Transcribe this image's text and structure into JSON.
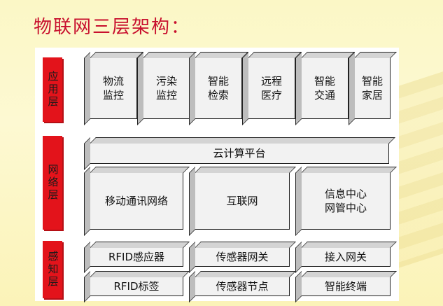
{
  "title": "物联网三层架构：",
  "layers": {
    "application": {
      "label": "应用层",
      "items": [
        "物流\n监控",
        "污染\n监控",
        "智能\n检索",
        "远程\n医疗",
        "智能\n交通",
        "智能\n家居"
      ]
    },
    "network": {
      "label": "网络层",
      "platform": "云计算平台",
      "items": [
        "移动通讯网络",
        "互联网",
        "信息中心\n网管中心"
      ]
    },
    "perception": {
      "label": "感知层",
      "row1": [
        "RFID感应器",
        "传感器网关",
        "接入网关"
      ],
      "row2": [
        "RFID标签",
        "传感器节点",
        "智能终端"
      ]
    }
  },
  "colors": {
    "title": "#c8102e",
    "tag": "#e3131b"
  }
}
